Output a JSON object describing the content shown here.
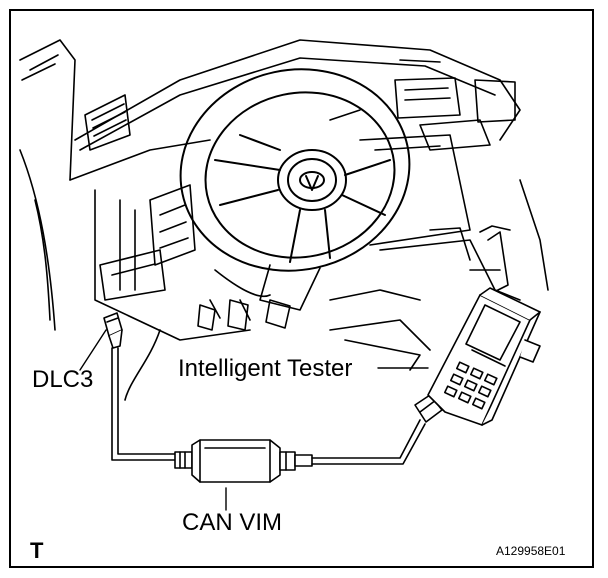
{
  "labels": {
    "dlc3": "DLC3",
    "tester": "Intelligent Tester",
    "can_vim": "CAN VIM",
    "corner_mark": "T",
    "figure_code": "A129958E01"
  }
}
